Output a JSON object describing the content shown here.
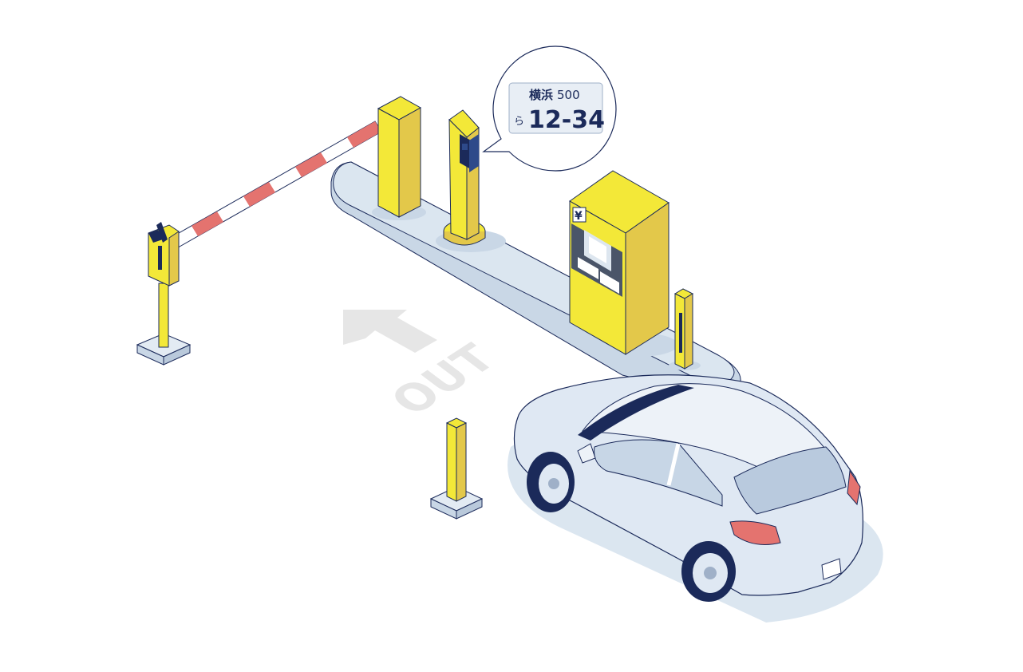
{
  "road_marking": {
    "text": "OUT"
  },
  "license_plate": {
    "region": "横浜",
    "class_number": "500",
    "kana": "ら",
    "number": "12-34"
  },
  "payment_machine": {
    "currency_symbol": "¥"
  },
  "colors": {
    "yellow": "#f3e838",
    "yellow_shade": "#e3c84a",
    "navy": "#1b2a5a",
    "island": "#dbe6f0",
    "car_body": "#dfe8f3",
    "tail_light": "#e4736f",
    "arrow_gray": "#e6e6e6",
    "barrier_red": "#e4736f"
  }
}
